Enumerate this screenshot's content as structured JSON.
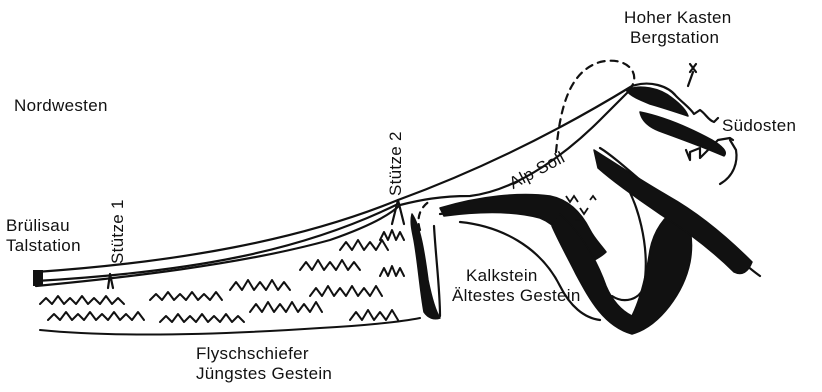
{
  "colors": {
    "ink": "#111111",
    "paper": "#ffffff"
  },
  "labels": {
    "top_right_line1": "Hoher Kasten",
    "top_right_line2": "Bergstation",
    "left_region": "Nordwesten",
    "right_region": "Südosten",
    "valley_station_line1": "Brülisau",
    "valley_station_line2": "Talstation",
    "support_1": "Stütze 1",
    "support_2": "Stütze 2",
    "alp": "Alp Soll",
    "limestone_line1": "Kalkstein",
    "limestone_line2": "Ältestes Gestein",
    "flysch_line1": "Flyschschiefer",
    "flysch_line2": "Jüngstes Gestein"
  }
}
